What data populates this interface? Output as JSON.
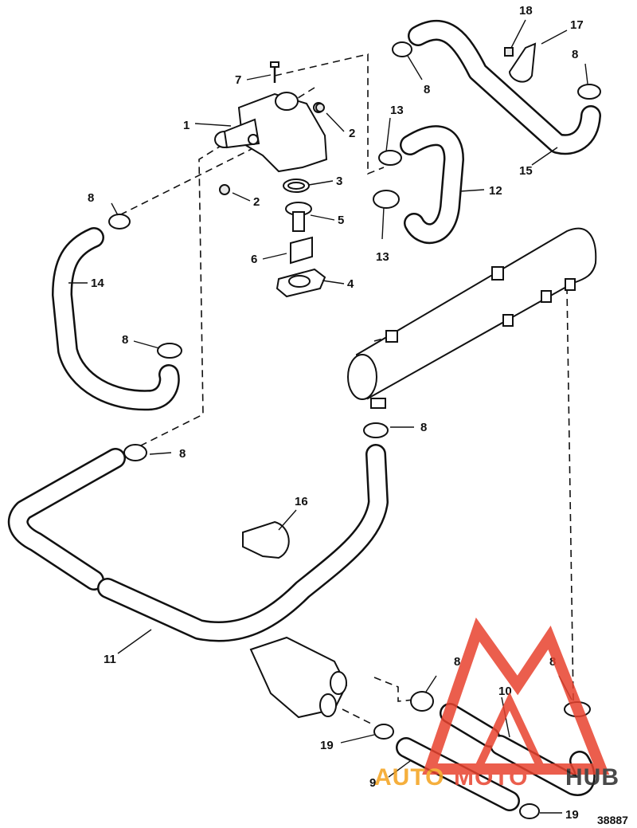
{
  "diagram": {
    "reference_number": "38887",
    "callouts": [
      "1",
      "2",
      "2",
      "3",
      "4",
      "5",
      "6",
      "7",
      "8",
      "8",
      "8",
      "8",
      "8",
      "8",
      "8",
      "8",
      "9",
      "10",
      "11",
      "12",
      "13",
      "13",
      "14",
      "15",
      "16",
      "17",
      "18",
      "19",
      "19"
    ]
  },
  "watermark": {
    "brand_part1": "AUTO",
    "brand_part2": "MOTO",
    "brand_part3": "HUB",
    "color_red": "#e8432f",
    "color_orange": "#f4a21c",
    "color_dark": "#2a2a2a"
  }
}
